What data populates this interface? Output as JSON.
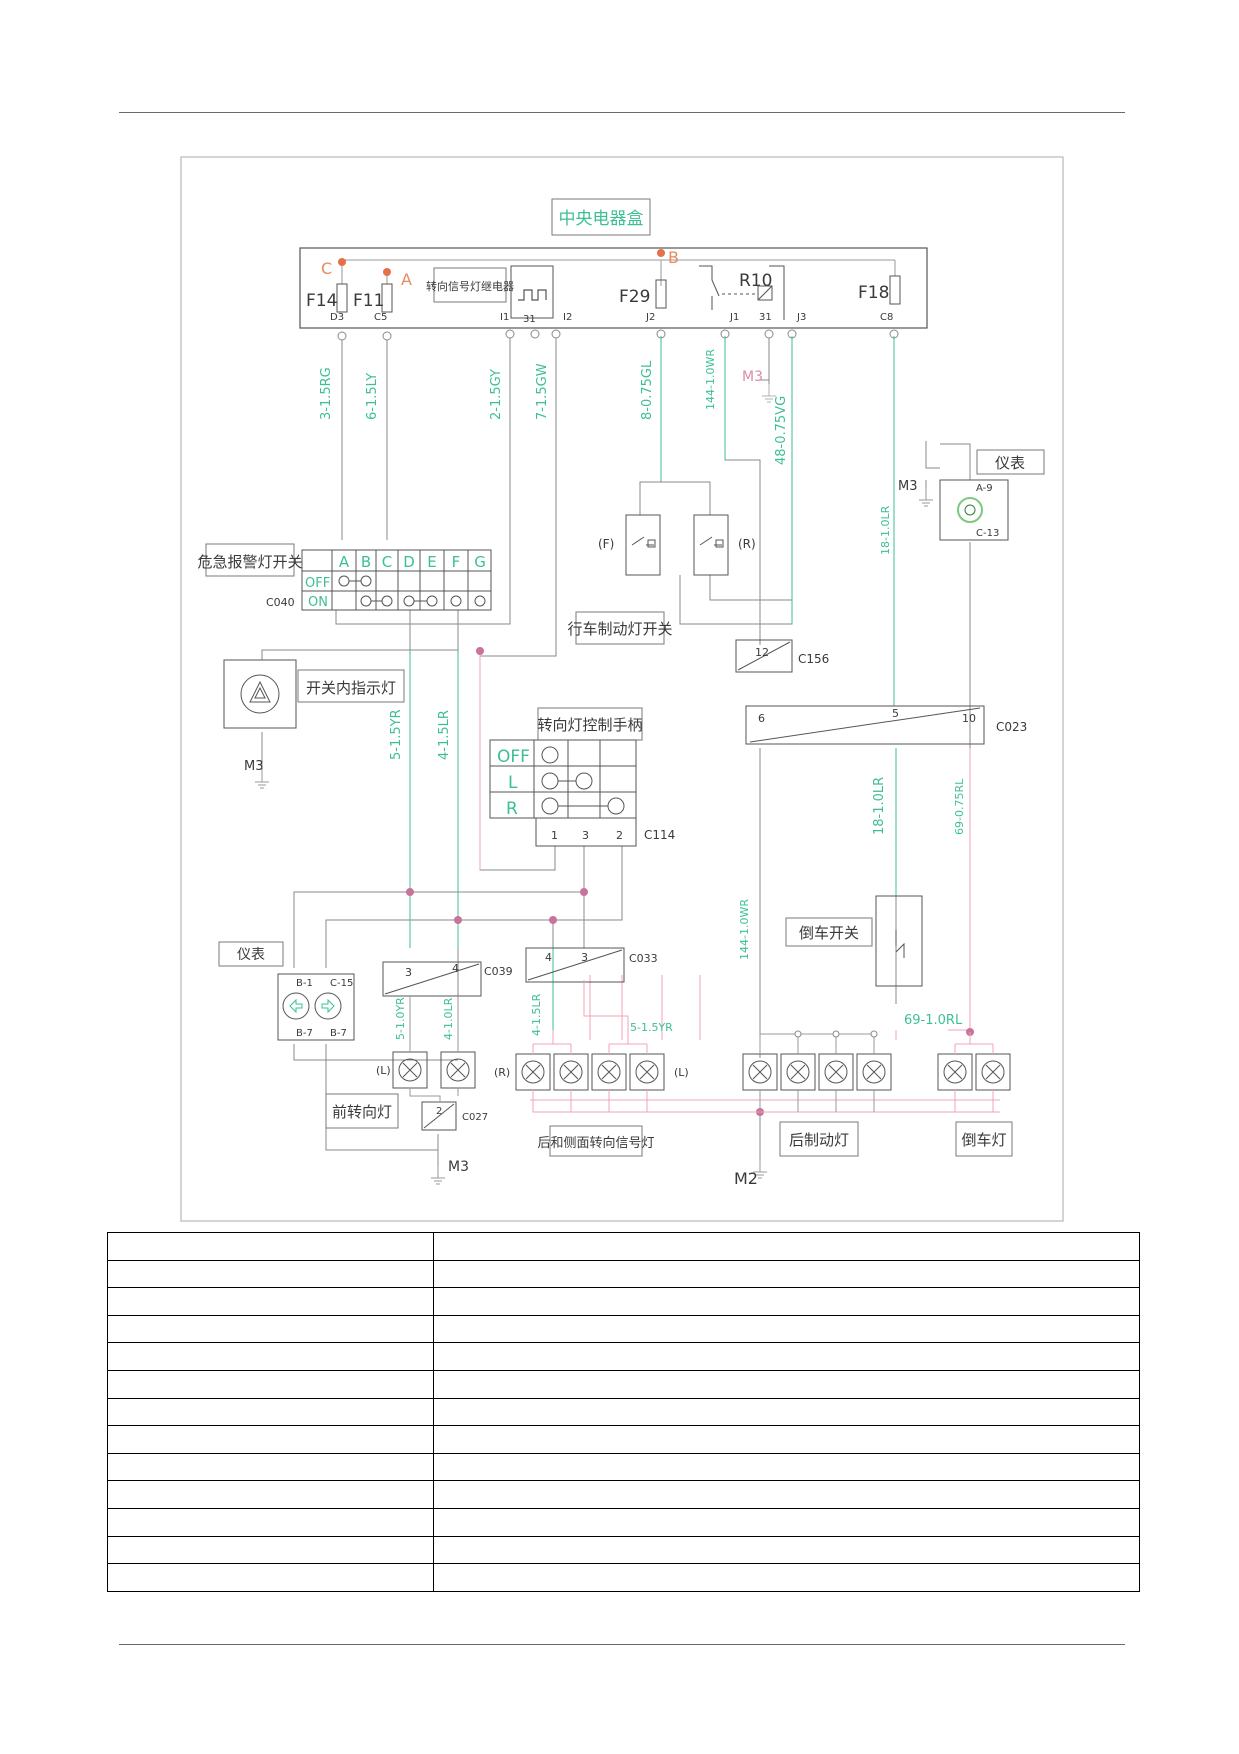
{
  "main_title": "中央电器盒",
  "fusebox": {
    "points": [
      "C",
      "A",
      "B"
    ],
    "fuses": [
      "F14",
      "F11",
      "F29",
      "F18"
    ],
    "relay_label": "R10",
    "flasher_relay": "转向信号灯继电器",
    "pins": [
      "D3",
      "C5",
      "I1",
      "31",
      "I2",
      "J2",
      "J1",
      "31",
      "J3",
      "C8"
    ]
  },
  "wires": {
    "w_3_15rg": "3-1.5RG",
    "w_6_15ly": "6-1.5LY",
    "w_2_15gy": "2-1.5GY",
    "w_7_15gw": "7-1.5GW",
    "w_8_075gl": "8-0.75GL",
    "w_144_10wr_top": "144-1.0WR",
    "w_48_075vg": "48-0.75VG",
    "w_18_10lr_top": "18-1.0LR",
    "w_5_15yr": "5-1.5YR",
    "w_4_15lr": "4-1.5LR",
    "w_18_10lr_mid": "18-1.0LR",
    "w_69_075rl": "69-0.75RL",
    "w_144_10wr_low": "144-1.0WR",
    "w_69_10rl": "69-1.0RL",
    "w_5_10yr": "5-1.0YR",
    "w_4_10lr": "4-1.0LR",
    "w_4_15lr_rear": "4-1.5LR",
    "w_5_15yr_rear": "5-1.5YR"
  },
  "grounds": {
    "g1": "M3",
    "g2": "M3",
    "g3": "M3",
    "g4": "M3",
    "g5": "M2"
  },
  "components": {
    "hazard_switch": "危急报警灯开关",
    "hazard_connector": "C040",
    "hazard_cols": [
      "A",
      "B",
      "C",
      "D",
      "E",
      "F",
      "G"
    ],
    "hazard_rows": [
      "OFF",
      "ON"
    ],
    "switch_indicator": "开关内指示灯",
    "brake_switch": "行车制动灯开关",
    "brake_f": "(F)",
    "brake_r": "(R)",
    "instrument_top": "仪表",
    "instrument_top_pins": [
      "A-9",
      "C-13"
    ],
    "c156": "C156",
    "c156_pin": "12",
    "c023": "C023",
    "c023_pins": [
      "6",
      "5",
      "10"
    ],
    "turn_stalk": "转向灯控制手柄",
    "stalk_rows": [
      "OFF",
      "L",
      "R"
    ],
    "c114": "C114",
    "c114_pins": [
      "1",
      "3",
      "2"
    ],
    "reverse_switch": "倒车开关",
    "instrument_left": "仪表",
    "instrument_left_pins": [
      "B-1",
      "C-15",
      "B-7",
      "B-7"
    ],
    "c039": "C039",
    "c039_pins": [
      "3",
      "4"
    ],
    "c033": "C033",
    "c033_pins": [
      "4",
      "3"
    ],
    "c027": "C027",
    "c027_pin": "2",
    "front_turn": "前转向灯",
    "front_l": "(L)",
    "rear_side_turn": "后和侧面转向信号灯",
    "rear_r": "(R)",
    "rear_l": "(L)",
    "rear_brake": "后制动灯",
    "reverse_lamp": "倒车灯"
  },
  "table": {
    "rows": [
      [
        "",
        ""
      ],
      [
        "",
        ""
      ],
      [
        "",
        ""
      ],
      [
        "",
        ""
      ],
      [
        "",
        ""
      ],
      [
        "",
        ""
      ],
      [
        "",
        ""
      ],
      [
        "",
        ""
      ],
      [
        "",
        ""
      ],
      [
        "",
        ""
      ],
      [
        "",
        ""
      ],
      [
        "",
        ""
      ],
      [
        "",
        ""
      ]
    ]
  },
  "colors": {
    "wire_grey": "#8a8a8a",
    "wire_teal": "#3dbf95",
    "wire_pink": "#f1a3b5",
    "junction": "#c7739a",
    "power_point": "#e5714a"
  }
}
